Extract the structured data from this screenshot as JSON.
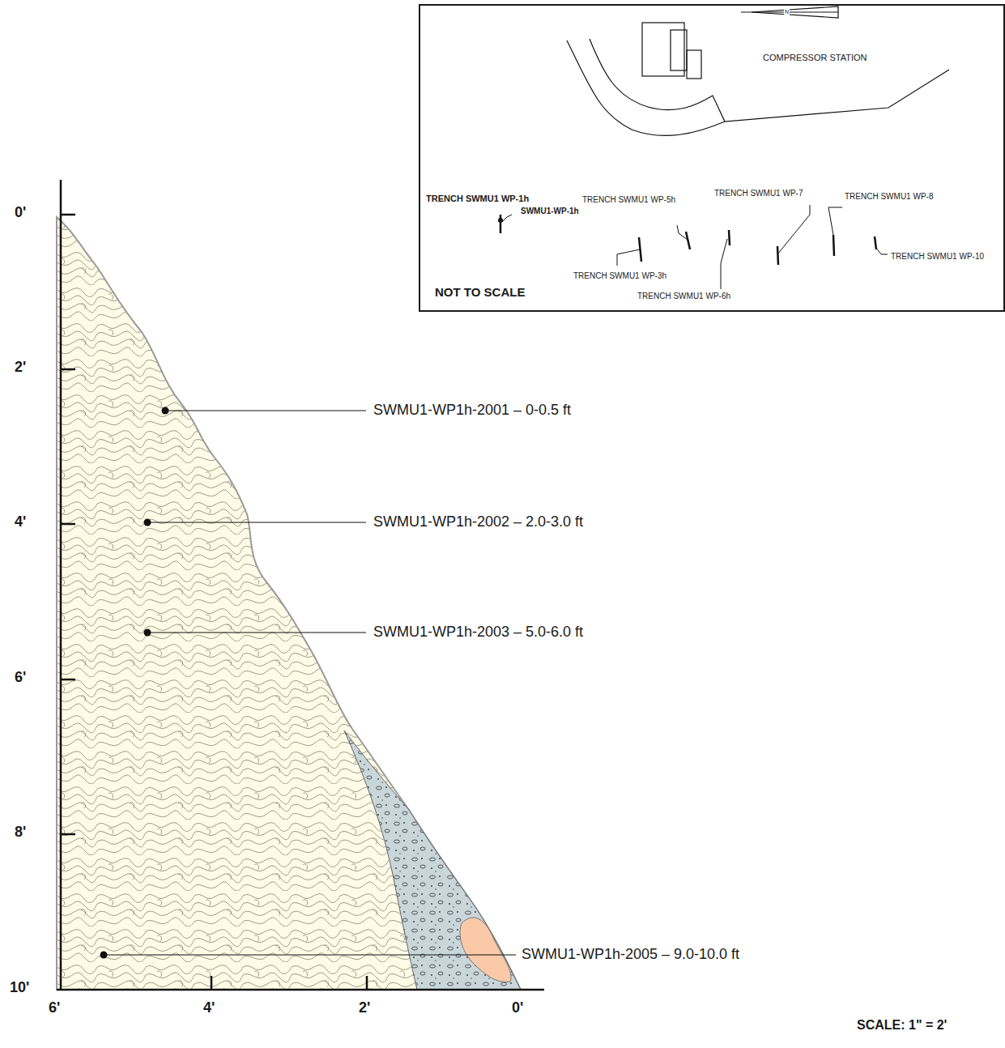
{
  "diagram": {
    "nodes": [
      {
        "text": [
          "COMPRESSOR STATION",
          "N",
          "TRENCH SWMU1 WP-1h",
          "SWMU1-WP-1h",
          "TRENCH SWMU1 WP-5h",
          "TRENCH SWMU1 WP-7",
          "TRENCH SWMU1 WP-8",
          "TRENCH SWMU1 WP-3h",
          "TRENCH SWMU1 WP-6h",
          "TRENCH SWMU1 WP-10",
          "NOT TO SCALE"
        ]
      }
    ],
    "labels": [
      "0'",
      "2'",
      "4'",
      "6'",
      "8'",
      "10'",
      "6'",
      "4'",
      "2'",
      "0'",
      "SWMU1-WP1h-2001 – 0-0.5 ft",
      "SWMU1-WP1h-2002 – 2.0-3.0 ft",
      "SWMU1-WP1h-2003 – 5.0-6.0 ft",
      "SWMU1-WP1h-2005 – 9.0-10.0 ft",
      "SCALE: 1\" = 2'"
    ]
  }
}
